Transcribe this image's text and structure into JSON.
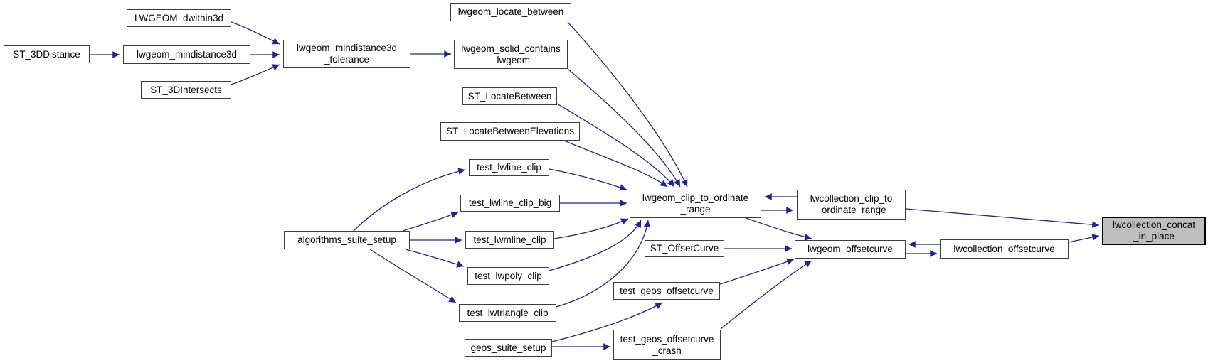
{
  "diagram_type": "doxygen-call-graph",
  "colors": {
    "edge": "#232394",
    "node_border": "#3d3d3d",
    "node_fill": "#ffffff",
    "target_fill": "#bebebe",
    "target_border": "#000000",
    "text": "#000000",
    "background": "#ffffff"
  },
  "nodes": [
    {
      "id": "LWGEOM_dwithin3d",
      "label": "LWGEOM_dwithin3d"
    },
    {
      "id": "ST_3DDistance",
      "label": "ST_3DDistance"
    },
    {
      "id": "lwgeom_mindistance3d",
      "label": "lwgeom_mindistance3d"
    },
    {
      "id": "ST_3DIntersects",
      "label": "ST_3DIntersects"
    },
    {
      "id": "lwgeom_mindistance3d_tolerance",
      "label": "lwgeom_mindistance3d\n_tolerance"
    },
    {
      "id": "lwgeom_locate_between",
      "label": "lwgeom_locate_between"
    },
    {
      "id": "lwgeom_solid_contains_lwgeom",
      "label": "lwgeom_solid_contains\n_lwgeom"
    },
    {
      "id": "ST_LocateBetween",
      "label": "ST_LocateBetween"
    },
    {
      "id": "ST_LocateBetweenElevations",
      "label": "ST_LocateBetweenElevations"
    },
    {
      "id": "test_lwline_clip",
      "label": "test_lwline_clip"
    },
    {
      "id": "test_lwline_clip_big",
      "label": "test_lwline_clip_big"
    },
    {
      "id": "test_lwmline_clip",
      "label": "test_lwmline_clip"
    },
    {
      "id": "algorithms_suite_setup",
      "label": "algorithms_suite_setup"
    },
    {
      "id": "test_lwpoly_clip",
      "label": "test_lwpoly_clip"
    },
    {
      "id": "test_lwtriangle_clip",
      "label": "test_lwtriangle_clip"
    },
    {
      "id": "geos_suite_setup",
      "label": "geos_suite_setup"
    },
    {
      "id": "test_geos_offsetcurve",
      "label": "test_geos_offsetcurve"
    },
    {
      "id": "test_geos_offsetcurve_crash",
      "label": "test_geos_offsetcurve\n_crash"
    },
    {
      "id": "lwgeom_clip_to_ordinate_range",
      "label": "lwgeom_clip_to_ordinate\n_range"
    },
    {
      "id": "ST_OffsetCurve",
      "label": "ST_OffsetCurve"
    },
    {
      "id": "lwcollection_clip_to_ordinate_range",
      "label": "lwcollection_clip_to\n_ordinate_range"
    },
    {
      "id": "lwgeom_offsetcurve",
      "label": "lwgeom_offsetcurve"
    },
    {
      "id": "lwcollection_offsetcurve",
      "label": "lwcollection_offsetcurve"
    },
    {
      "id": "lwcollection_concat_in_place",
      "label": "lwcollection_concat\n_in_place",
      "type": "target"
    }
  ],
  "edges": [
    {
      "from": "LWGEOM_dwithin3d",
      "to": "lwgeom_mindistance3d_tolerance"
    },
    {
      "from": "ST_3DDistance",
      "to": "lwgeom_mindistance3d"
    },
    {
      "from": "lwgeom_mindistance3d",
      "to": "lwgeom_mindistance3d_tolerance"
    },
    {
      "from": "ST_3DIntersects",
      "to": "lwgeom_mindistance3d_tolerance"
    },
    {
      "from": "lwgeom_mindistance3d_tolerance",
      "to": "lwgeom_solid_contains_lwgeom"
    },
    {
      "from": "lwgeom_locate_between",
      "to": "lwgeom_clip_to_ordinate_range"
    },
    {
      "from": "lwgeom_solid_contains_lwgeom",
      "to": "lwgeom_clip_to_ordinate_range"
    },
    {
      "from": "ST_LocateBetween",
      "to": "lwgeom_clip_to_ordinate_range"
    },
    {
      "from": "ST_LocateBetweenElevations",
      "to": "lwgeom_clip_to_ordinate_range"
    },
    {
      "from": "test_lwline_clip",
      "to": "lwgeom_clip_to_ordinate_range"
    },
    {
      "from": "test_lwline_clip_big",
      "to": "lwgeom_clip_to_ordinate_range"
    },
    {
      "from": "test_lwmline_clip",
      "to": "lwgeom_clip_to_ordinate_range"
    },
    {
      "from": "test_lwpoly_clip",
      "to": "lwgeom_clip_to_ordinate_range"
    },
    {
      "from": "test_lwtriangle_clip",
      "to": "lwgeom_clip_to_ordinate_range"
    },
    {
      "from": "algorithms_suite_setup",
      "to": "test_lwline_clip"
    },
    {
      "from": "algorithms_suite_setup",
      "to": "test_lwline_clip_big"
    },
    {
      "from": "algorithms_suite_setup",
      "to": "test_lwmline_clip"
    },
    {
      "from": "algorithms_suite_setup",
      "to": "test_lwpoly_clip"
    },
    {
      "from": "algorithms_suite_setup",
      "to": "test_lwtriangle_clip"
    },
    {
      "from": "lwgeom_clip_to_ordinate_range",
      "to": "lwcollection_clip_to_ordinate_range"
    },
    {
      "from": "lwcollection_clip_to_ordinate_range",
      "to": "lwgeom_clip_to_ordinate_range"
    },
    {
      "from": "lwgeom_clip_to_ordinate_range",
      "to": "lwgeom_offsetcurve"
    },
    {
      "from": "lwcollection_clip_to_ordinate_range",
      "to": "lwcollection_concat_in_place"
    },
    {
      "from": "ST_OffsetCurve",
      "to": "lwgeom_offsetcurve"
    },
    {
      "from": "lwcollection_offsetcurve",
      "to": "lwgeom_offsetcurve"
    },
    {
      "from": "lwgeom_offsetcurve",
      "to": "lwcollection_offsetcurve"
    },
    {
      "from": "lwcollection_offsetcurve",
      "to": "lwcollection_concat_in_place"
    },
    {
      "from": "test_geos_offsetcurve",
      "to": "lwgeom_offsetcurve"
    },
    {
      "from": "test_geos_offsetcurve_crash",
      "to": "lwgeom_offsetcurve"
    },
    {
      "from": "geos_suite_setup",
      "to": "test_geos_offsetcurve"
    },
    {
      "from": "geos_suite_setup",
      "to": "test_geos_offsetcurve_crash"
    }
  ]
}
